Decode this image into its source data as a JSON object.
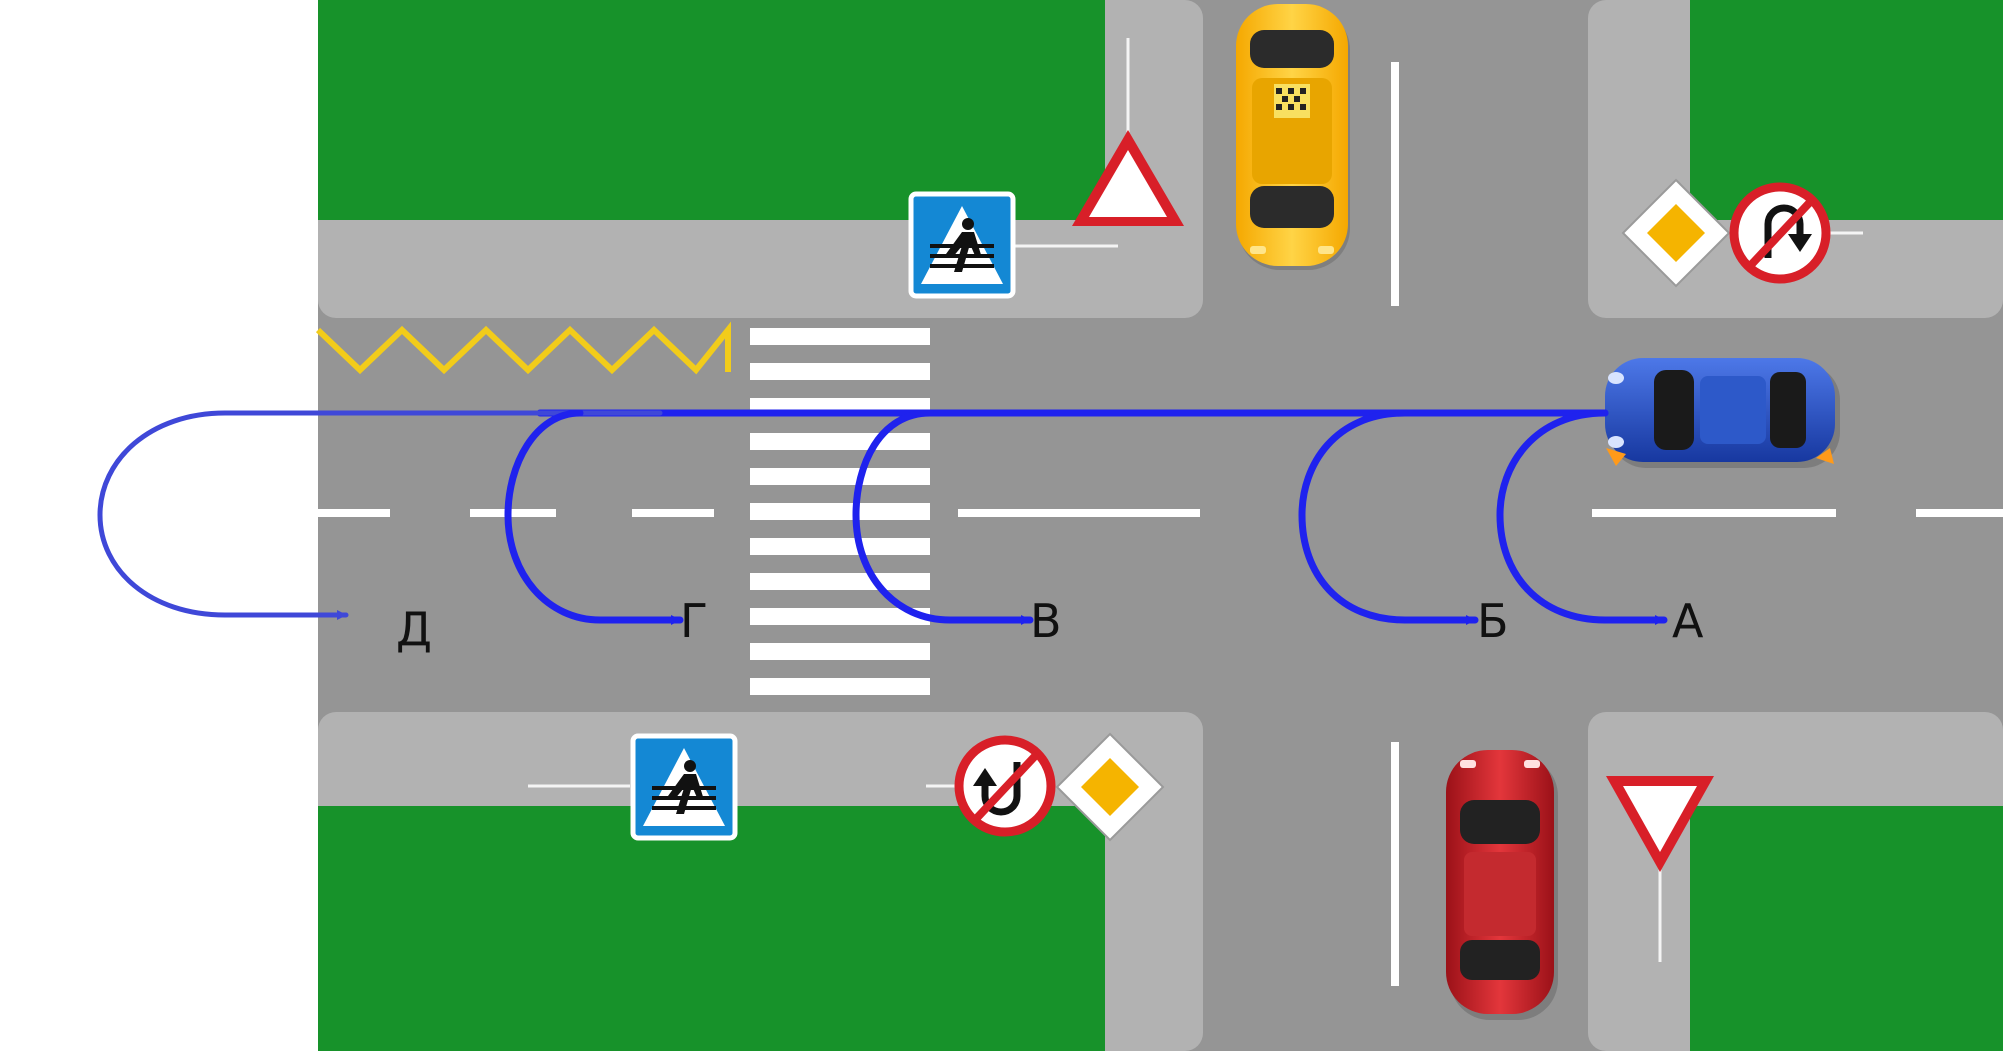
{
  "diagram": {
    "route_labels": {
      "a": "А",
      "b": "Б",
      "v": "В",
      "g": "Г",
      "d": "Д"
    },
    "colors": {
      "grass": "#17922a",
      "road": "#959595",
      "sidewalk": "#b2b2b2",
      "route": "#1f22ee",
      "route_d": "#3f48d8",
      "zigzag": "#f2cc1a",
      "taxi": "#f6b316",
      "blue_car": "#1f4fc9",
      "red_car": "#cc1f24",
      "sign_blue": "#1488d4",
      "sign_red": "#d81f28",
      "priority_yellow": "#f5b400"
    },
    "signs": [
      "pedestrian-crossing-sign",
      "warning-triangle-sign",
      "main-road-sign",
      "no-u-turn-sign",
      "give-way-sign"
    ],
    "vehicles": [
      "taxi",
      "blue-car",
      "red-car"
    ]
  }
}
